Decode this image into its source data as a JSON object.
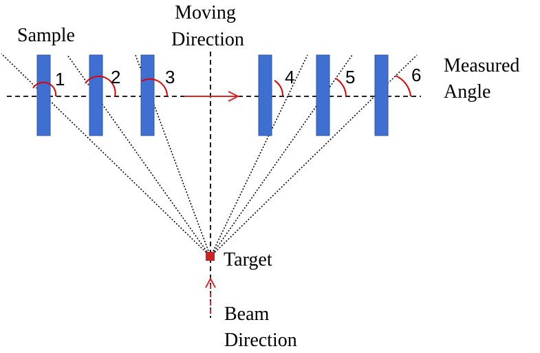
{
  "labels": {
    "sample": "Sample",
    "moving_direction_line1": "Moving",
    "moving_direction_line2": "Direction",
    "measured_angle_line1": "Measured",
    "measured_angle_line2": "Angle",
    "target": "Target",
    "beam_direction_line1": "Beam",
    "beam_direction_line2": "Direction"
  },
  "positions": [
    {
      "number": "1"
    },
    {
      "number": "2"
    },
    {
      "number": "3"
    },
    {
      "number": "4"
    },
    {
      "number": "5"
    },
    {
      "number": "6"
    }
  ],
  "colors": {
    "sample_fill": "#3f6fd0",
    "sample_stroke": "#2c54a8",
    "angle_arc": "#e00000",
    "arrow": "#d62828",
    "target_fill": "#cc2222",
    "line": "#000000"
  }
}
